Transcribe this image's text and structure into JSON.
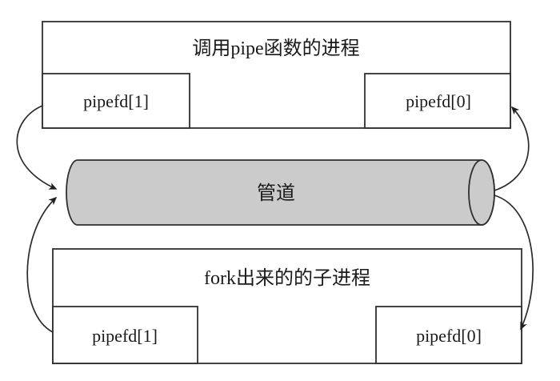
{
  "diagram": {
    "parent_process": {
      "label": "调用pipe函数的进程",
      "fds": [
        {
          "label": "pipefd[1]"
        },
        {
          "label": "pipefd[0]"
        }
      ]
    },
    "pipe": {
      "label": "管道"
    },
    "child_process": {
      "label": "fork出来的的子进程",
      "fds": [
        {
          "label": "pipefd[1]"
        },
        {
          "label": "pipefd[0]"
        }
      ]
    },
    "colors": {
      "pipe_fill": "#cbcbcb",
      "line": "#2b2b2b",
      "box_fill": "#ffffff",
      "background": "#ffffff"
    }
  }
}
